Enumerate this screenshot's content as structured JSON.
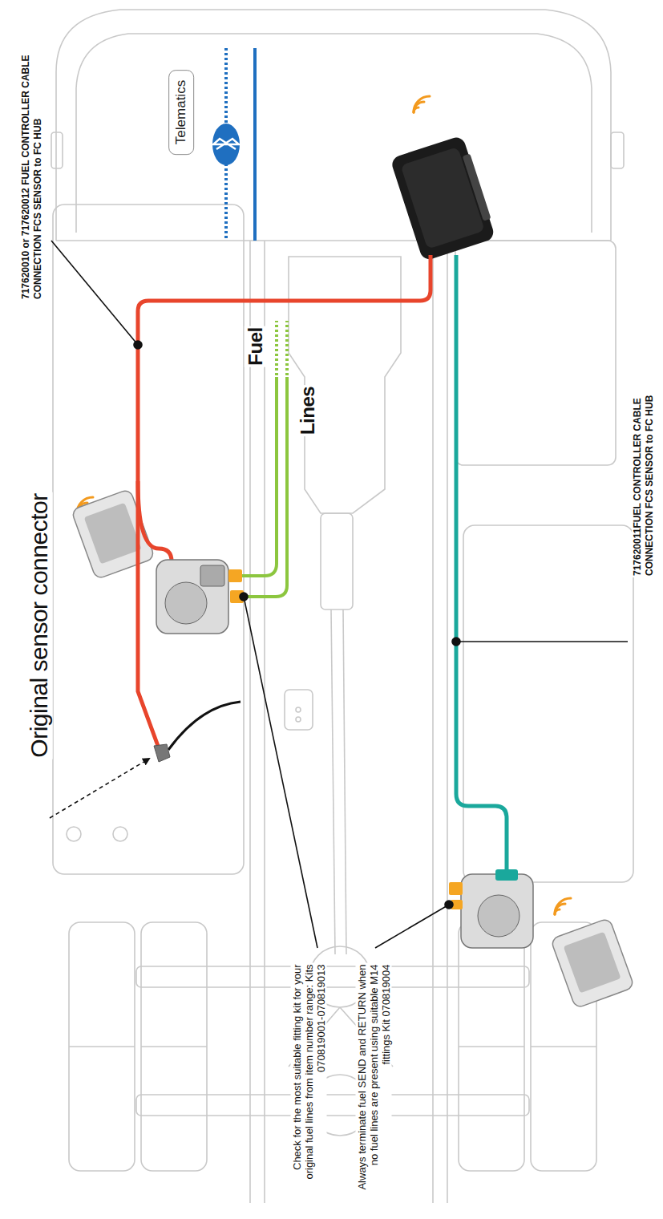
{
  "diagram": {
    "nodes": [
      {
        "text": [
          "Telematics"
        ]
      }
    ],
    "labels": [
      "717620010 or 717620012 FUEL CONTROLLER CABLE CONNECTION FCS SENSOR to FC HUB",
      "Original sensor connector",
      "Fuel",
      "Lines",
      "717620011FUEL CONTROLLER CABLE CONNECTION FCS SENSOR to FC HUB",
      "Check for the most suitable fitting kit for your original fuel lines from item number range: Kits 070819001-070819013",
      "Always terminate fuel SEND and RETURN when no fuel lines are present using suitable M14 fittings Kit 070819004"
    ]
  }
}
